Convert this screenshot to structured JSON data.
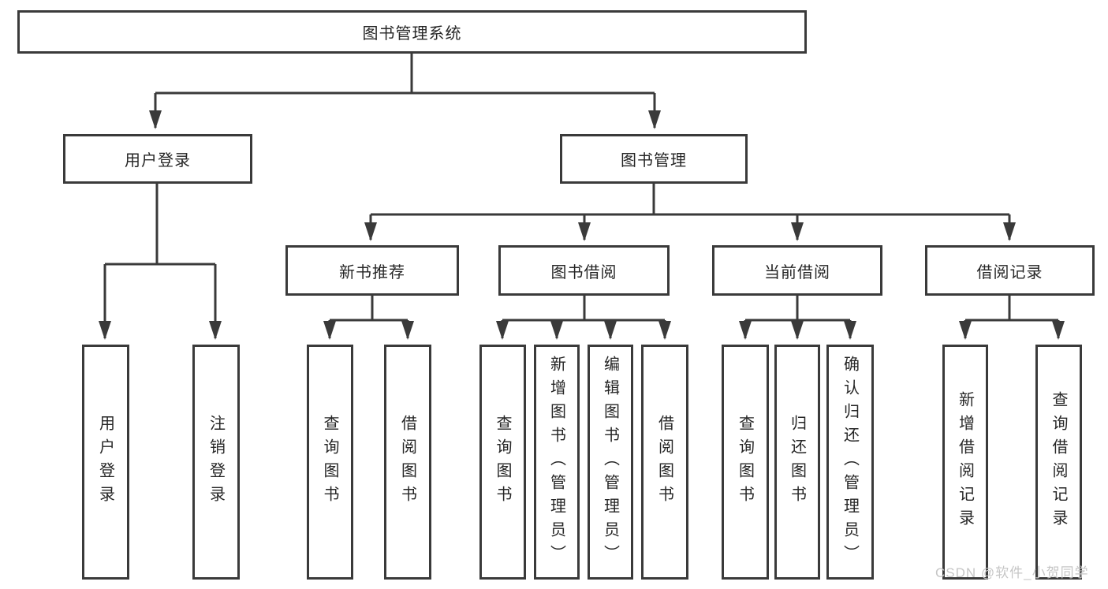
{
  "diagram": {
    "title": "图书管理系统",
    "watermark": "CSDN @软件_小贺同学",
    "colors": {
      "line": "#3a3a3a",
      "box_border": "#3a3a3a",
      "box_fill": "#ffffff",
      "text": "#262626",
      "background": "#ffffff",
      "watermark": "#c6c6c6"
    },
    "nodes": {
      "root": {
        "label": "图书管理系统",
        "children": [
          "user_login",
          "book_mgmt"
        ]
      },
      "user_login": {
        "label": "用户登录",
        "children": [
          "leaf_user_login",
          "leaf_logout"
        ]
      },
      "book_mgmt": {
        "label": "图书管理",
        "children": [
          "new_book_rec",
          "book_borrow",
          "current_borrow",
          "borrow_records"
        ]
      },
      "new_book_rec": {
        "label": "新书推荐",
        "children": [
          "leaf_query_book_1",
          "leaf_borrow_book_1"
        ]
      },
      "book_borrow": {
        "label": "图书借阅",
        "children": [
          "leaf_query_book_2",
          "leaf_add_book",
          "leaf_edit_book",
          "leaf_borrow_book_2"
        ]
      },
      "current_borrow": {
        "label": "当前借阅",
        "children": [
          "leaf_query_book_3",
          "leaf_return_book",
          "leaf_confirm_return"
        ]
      },
      "borrow_records": {
        "label": "借阅记录",
        "children": [
          "leaf_add_record",
          "leaf_query_record"
        ]
      },
      "leaf_user_login": {
        "label": "用户登录"
      },
      "leaf_logout": {
        "label": "注销登录"
      },
      "leaf_query_book_1": {
        "label": "查询图书"
      },
      "leaf_borrow_book_1": {
        "label": "借阅图书"
      },
      "leaf_query_book_2": {
        "label": "查询图书"
      },
      "leaf_add_book": {
        "label": "新增图书（管理员）"
      },
      "leaf_edit_book": {
        "label": "编辑图书（管理员）"
      },
      "leaf_borrow_book_2": {
        "label": "借阅图书"
      },
      "leaf_query_book_3": {
        "label": "查询图书"
      },
      "leaf_return_book": {
        "label": "归还图书"
      },
      "leaf_confirm_return": {
        "label": "确认归还（管理员）"
      },
      "leaf_add_record": {
        "label": "新增借阅记录"
      },
      "leaf_query_record": {
        "label": "查询借阅记录"
      }
    }
  }
}
